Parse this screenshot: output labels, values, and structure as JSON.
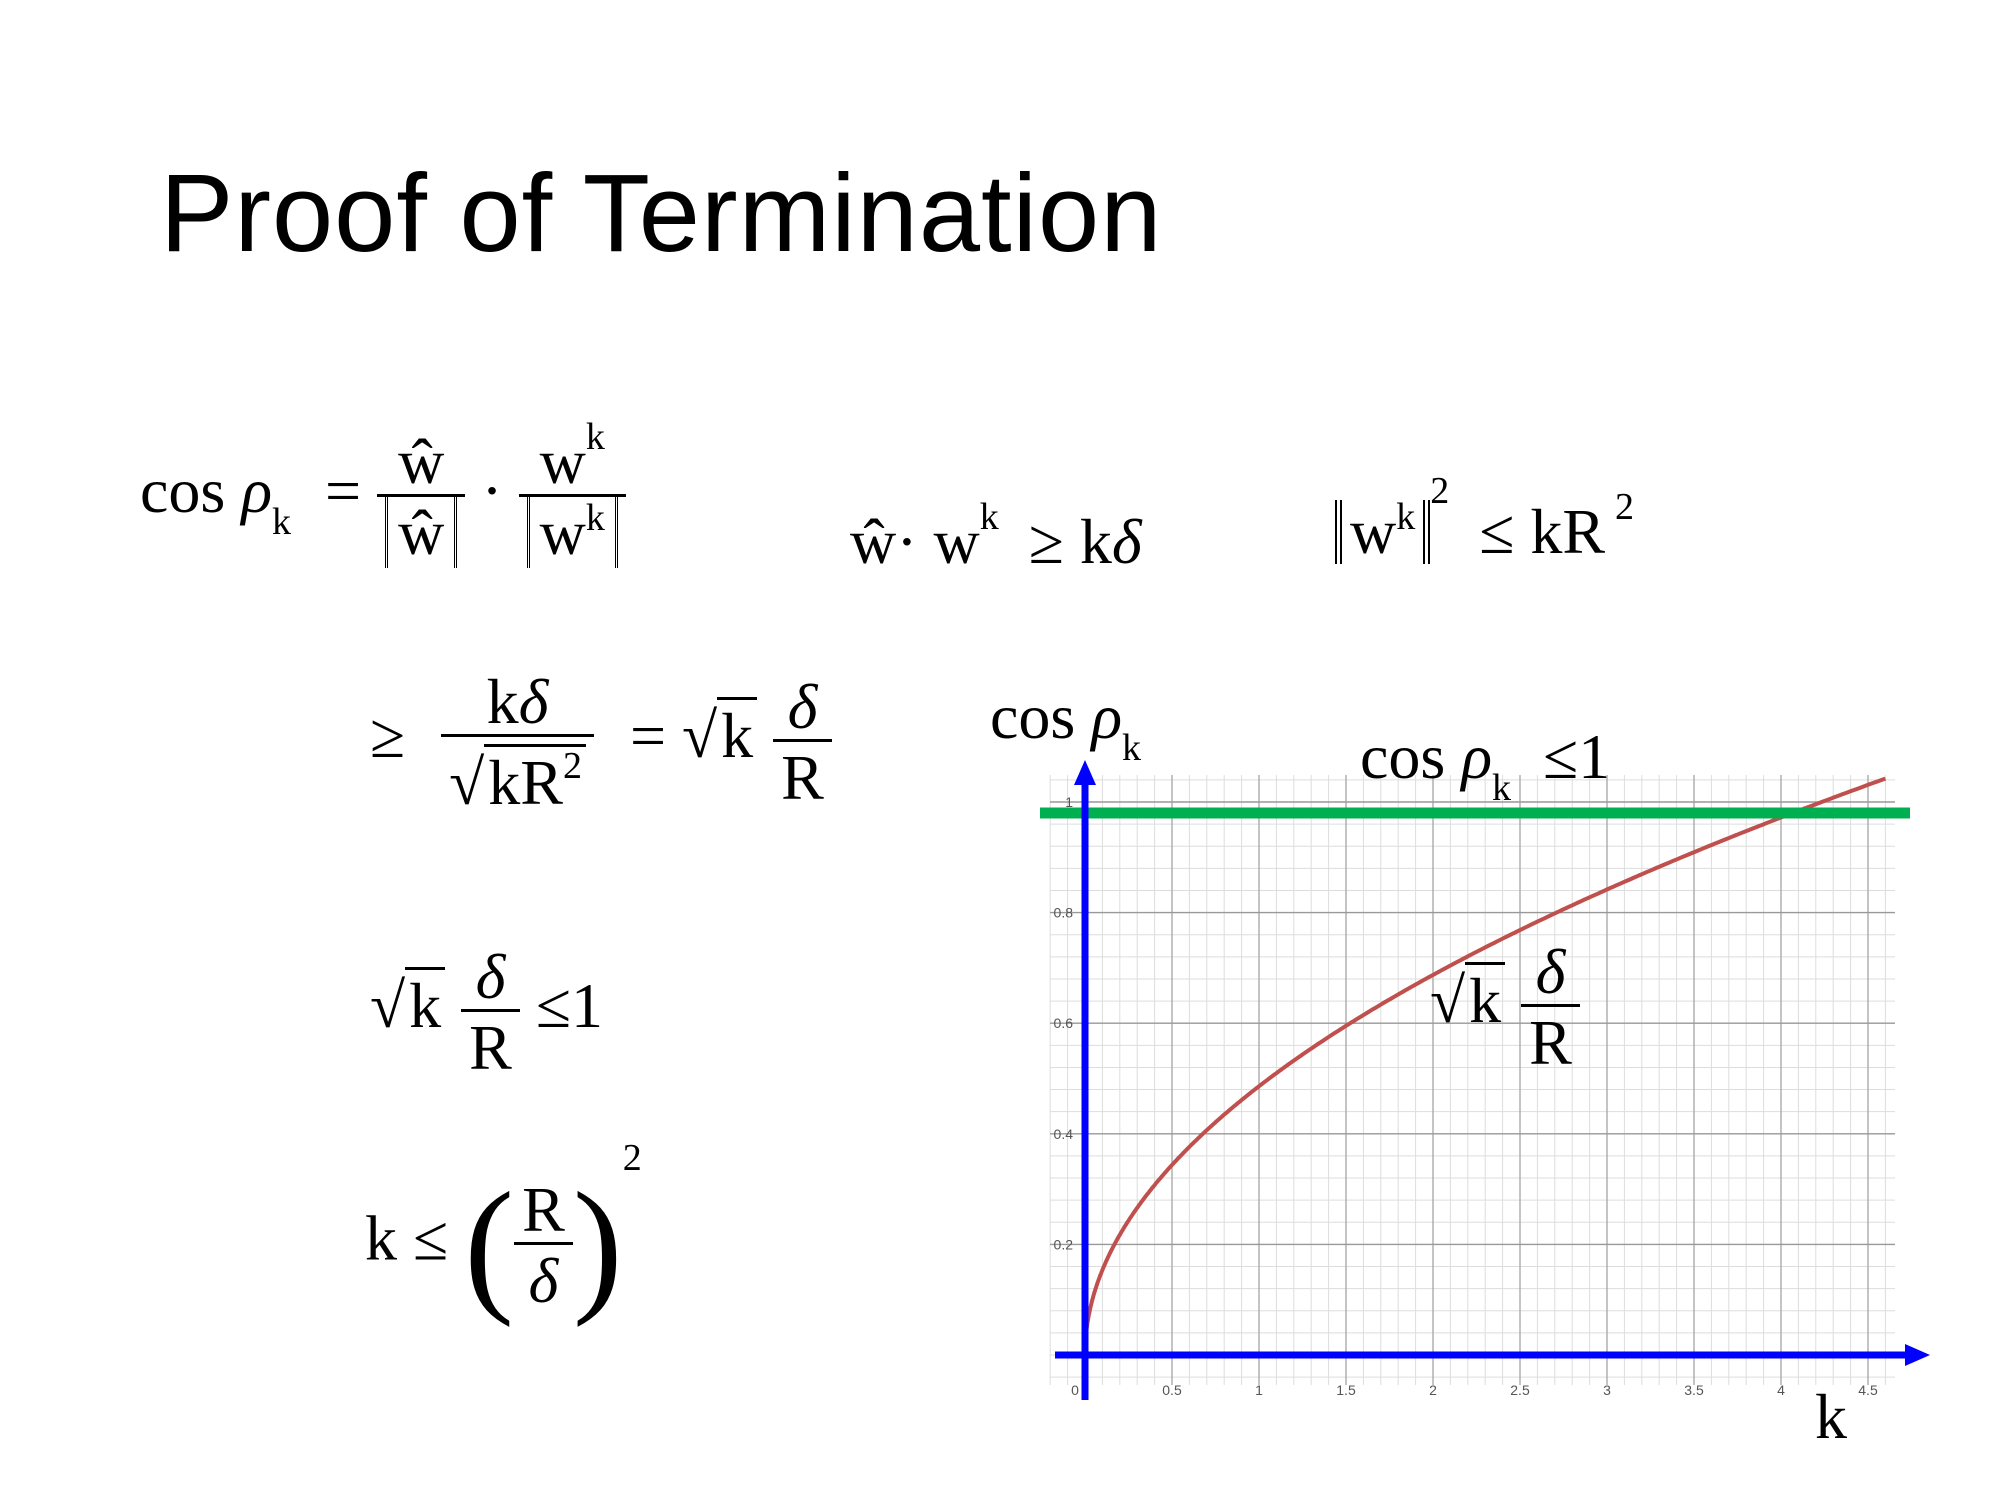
{
  "slide": {
    "title": "Proof of Termination"
  },
  "equations": {
    "eq1": {
      "cos": "cos",
      "rho": "ρ",
      "sub_k": "k",
      "eq": "=",
      "what": "ŵ",
      "w": "w",
      "sup_k": "k",
      "dot": "·"
    },
    "eq2": {
      "what": "ŵ",
      "dot": "·",
      "w": "w",
      "sup_k": "k",
      "geq": "≥",
      "k": "k",
      "delta": "δ"
    },
    "eq3": {
      "w": "w",
      "sup_k": "k",
      "sup_2": "2",
      "leq": "≤",
      "kR": "kR",
      "sup2": "2"
    },
    "eq4": {
      "geq": "≥",
      "kdelta_k": "k",
      "delta": "δ",
      "radicand": "kR",
      "sup2": "2",
      "eq": "=",
      "sqrt": "√",
      "k": "k",
      "R": "R"
    },
    "eq5": {
      "sqrt": "√",
      "k": "k",
      "delta": "δ",
      "R": "R",
      "leq": "≤",
      "one": "1"
    },
    "eq6": {
      "k": "k",
      "leq": "≤",
      "R": "R",
      "delta": "δ",
      "sup2": "2"
    }
  },
  "chart_data": {
    "type": "line",
    "title": "",
    "xlabel": "k",
    "ylabel": "cos ρk",
    "xlim": [
      0,
      4.6
    ],
    "ylim": [
      0,
      1.05
    ],
    "x_ticks": [
      "0",
      "0.5",
      "1",
      "1.5",
      "2",
      "2.5",
      "3",
      "3.5",
      "4",
      "4.5"
    ],
    "y_ticks": [
      "0.2",
      "0.4",
      "0.6",
      "0.8",
      "1"
    ],
    "grid": true,
    "series": [
      {
        "formula": "y = 0.486 * sqrt(x)",
        "color": "#c0504d",
        "x": [
          0,
          0.05,
          0.1,
          0.2,
          0.3,
          0.5,
          0.75,
          1,
          1.5,
          2,
          2.5,
          3,
          3.5,
          4,
          4.5
        ],
        "y": [
          0,
          0.109,
          0.154,
          0.217,
          0.266,
          0.344,
          0.421,
          0.486,
          0.595,
          0.687,
          0.768,
          0.842,
          0.909,
          0.972,
          1.031
        ]
      },
      {
        "type": "hline",
        "y": 0.98,
        "color": "#00b050"
      }
    ],
    "annotations": {
      "line_label": {
        "cos": "cos",
        "rho": "ρ",
        "k": "k",
        "leq": "≤",
        "one": "1"
      },
      "curve_label": {
        "sqrt": "√",
        "k": "k",
        "delta": "δ",
        "R": "R"
      }
    },
    "axis_color": "#0000ff"
  }
}
